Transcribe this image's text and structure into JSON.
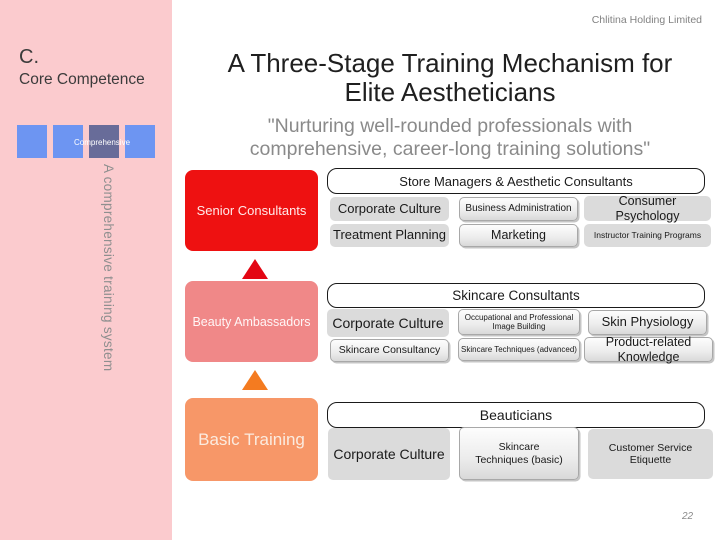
{
  "company": "Chlitina Holding Limited",
  "page_number": "22",
  "sidebar": {
    "letter": "C.",
    "title": "Core Competence",
    "squares_label": "Comprehensive",
    "vertical_caption": "A comprehensive training system"
  },
  "title": {
    "line1": "A Three-Stage Training Mechanism for",
    "line2": "Elite Aestheticians"
  },
  "subtitle": {
    "line1": "\"Nurturing well-rounded professionals with",
    "line2": "comprehensive, career-long training solutions\""
  },
  "stages": [
    {
      "label": "Senior Consultants",
      "audience": "Store Managers & Aesthetic Consultants",
      "items": [
        "Corporate Culture",
        "Business Administration",
        "Consumer Psychology",
        "Treatment Planning",
        "Marketing",
        "Instructor Training Programs"
      ]
    },
    {
      "label": "Beauty Ambassadors",
      "audience": "Skincare Consultants",
      "items": [
        "Corporate Culture",
        "Occupational and Professional Image Building",
        "Skin Physiology",
        "Skincare Consultancy",
        "Skincare Techniques (advanced)",
        "Product-related Knowledge"
      ]
    },
    {
      "label": "Basic Training",
      "audience": "Beauticians",
      "items": [
        "Corporate Culture",
        "Skincare Techniques (basic)",
        "Customer Service Etiquette"
      ]
    }
  ],
  "colors": {
    "sidebar_bg": "#FBCBCE",
    "square_blue": "#6D95F2",
    "square_dark": "#686C99",
    "stage1_red": "#EE1111",
    "stage2_salmon": "#F08888",
    "stage3_orange": "#F79768",
    "arrow_red": "#E30613",
    "arrow_orange": "#F47B20",
    "item_gray": "#DBDBDB"
  }
}
